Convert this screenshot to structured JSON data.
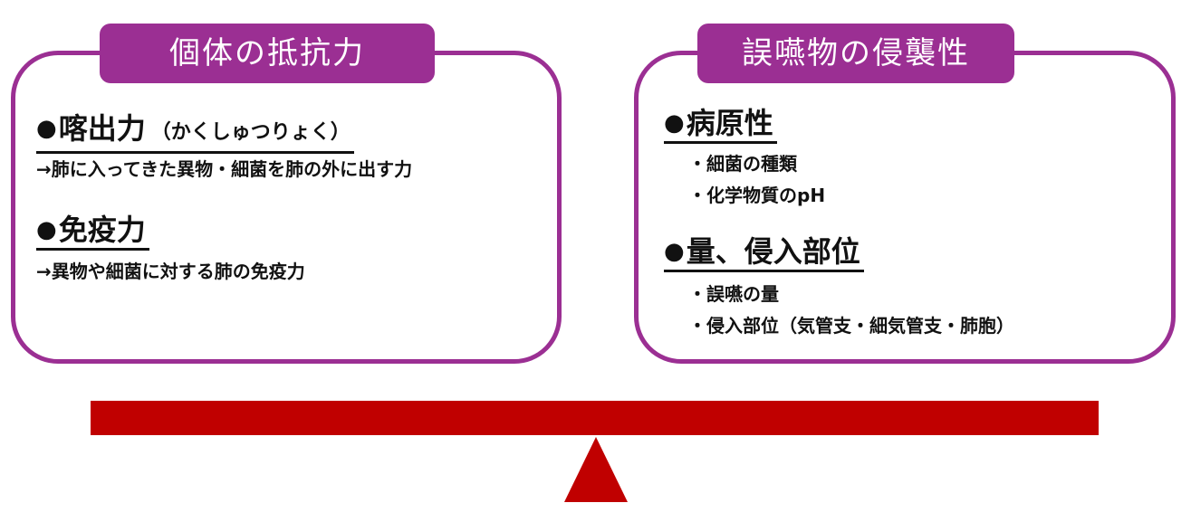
{
  "left": {
    "title": "個体の抵抗力",
    "item1": {
      "bullet": "●",
      "heading": "喀出力",
      "reading": "（かくしゅつりょく）",
      "desc": "→肺に入ってきた異物・細菌を肺の外に出す力"
    },
    "item2": {
      "bullet": "●",
      "heading": "免疫力",
      "desc": "→異物や細菌に対する肺の免疫力"
    }
  },
  "right": {
    "title": "誤嚥物の侵襲性",
    "item1": {
      "bullet": "●",
      "heading": "病原性",
      "subs": [
        "・細菌の種類",
        "・化学物質のpH"
      ]
    },
    "item2": {
      "bullet": "●",
      "heading": "量、侵入部位",
      "subs": [
        "・誤嚥の量",
        "・侵入部位（気管支・細気管支・肺胞）"
      ]
    }
  },
  "colors": {
    "frame": "#9b2f93",
    "scale": "#c00000"
  }
}
